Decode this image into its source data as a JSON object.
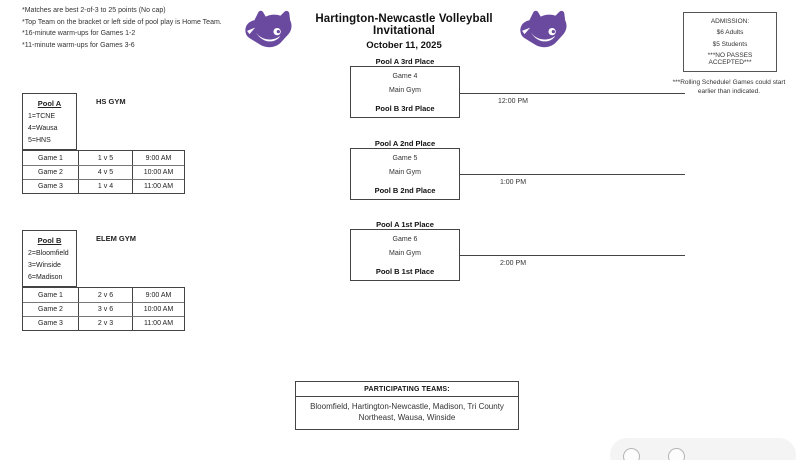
{
  "notes": {
    "lines": [
      "*Matches are best 2-of-3 to 25 points (No cap)",
      "*Top Team on the bracket or left side of pool play is Home Team.",
      "*16-minute warm-ups for Games 1-2",
      "*11-minute warm-ups for Games 3-6"
    ]
  },
  "header": {
    "title": "Hartington-Newcastle Volleyball Invitational",
    "date": "October 11, 2025",
    "logo_icon": "wildcat-logo",
    "logo_color": "#6a4a9f"
  },
  "admission": {
    "title": "ADMISSION:",
    "adults": "$6 Adults",
    "students": "$5 Students",
    "no_passes": "***NO PASSES ACCEPTED***",
    "rolling_note": "***Rolling Schedule!  Games could start earlier than indicated."
  },
  "pools": [
    {
      "name": "Pool A",
      "gym": "HS GYM",
      "teams": [
        "1=TCNE",
        "4=Wausa",
        "5=HNS"
      ],
      "games": [
        {
          "label": "Game 1",
          "matchup": "1 v 5",
          "time": "9:00 AM"
        },
        {
          "label": "Game 2",
          "matchup": "4 v 5",
          "time": "10:00 AM"
        },
        {
          "label": "Game 3",
          "matchup": "1 v 4",
          "time": "11:00 AM"
        }
      ]
    },
    {
      "name": "Pool B",
      "gym": "ELEM GYM",
      "teams": [
        "2=Bloomfield",
        "3=Winside",
        "6=Madison"
      ],
      "games": [
        {
          "label": "Game 1",
          "matchup": "2 v 6",
          "time": "9:00 AM"
        },
        {
          "label": "Game 2",
          "matchup": "3 v 6",
          "time": "10:00 AM"
        },
        {
          "label": "Game 3",
          "matchup": "2 v 3",
          "time": "11:00 AM"
        }
      ]
    }
  ],
  "bracket": [
    {
      "top": "Pool A 3rd Place",
      "game": "Game 4",
      "gym": "Main Gym",
      "bottom": "Pool B 3rd Place",
      "time": "12:00 PM"
    },
    {
      "top": "Pool A 2nd Place",
      "game": "Game 5",
      "gym": "Main Gym",
      "bottom": "Pool B 2nd Place",
      "time": "1:00 PM"
    },
    {
      "top": "Pool A 1st Place",
      "game": "Game 6",
      "gym": "Main Gym",
      "bottom": "Pool B 1st Place",
      "time": "2:00 PM"
    }
  ],
  "participating": {
    "title": "PARTICIPATING TEAMS:",
    "teams": "Bloomfield, Hartington-Newcastle, Madison, Tri County Northeast, Wausa, Winside"
  },
  "viewer": {
    "buttons": [
      {
        "icon": "circle-button-icon"
      },
      {
        "icon": "circle-button-icon"
      }
    ]
  }
}
